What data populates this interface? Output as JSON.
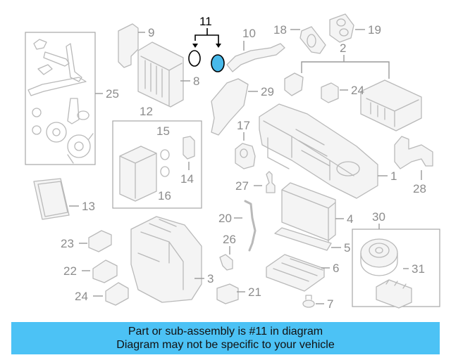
{
  "callouts": {
    "c1": "1",
    "c2": "2",
    "c3": "3",
    "c4": "4",
    "c5": "5",
    "c6": "6",
    "c7": "7",
    "c8": "8",
    "c9": "9",
    "c10": "10",
    "c11": "11",
    "c12": "12",
    "c13": "13",
    "c14": "14",
    "c15": "15",
    "c16": "16",
    "c17": "17",
    "c18": "18",
    "c19": "19",
    "c20": "20",
    "c21": "21",
    "c22": "22",
    "c23": "23",
    "c24a": "24",
    "c24b": "24",
    "c25": "25",
    "c26": "26",
    "c27": "27",
    "c28": "28",
    "c29": "29",
    "c30": "30",
    "c31": "31"
  },
  "highlight": {
    "part_number": "11",
    "color": "#48b9ea"
  },
  "banner": {
    "line1": "Part or sub-assembly is #11 in diagram",
    "line2": "Diagram may not be specific to your vehicle",
    "color": "#4cc2f5"
  }
}
